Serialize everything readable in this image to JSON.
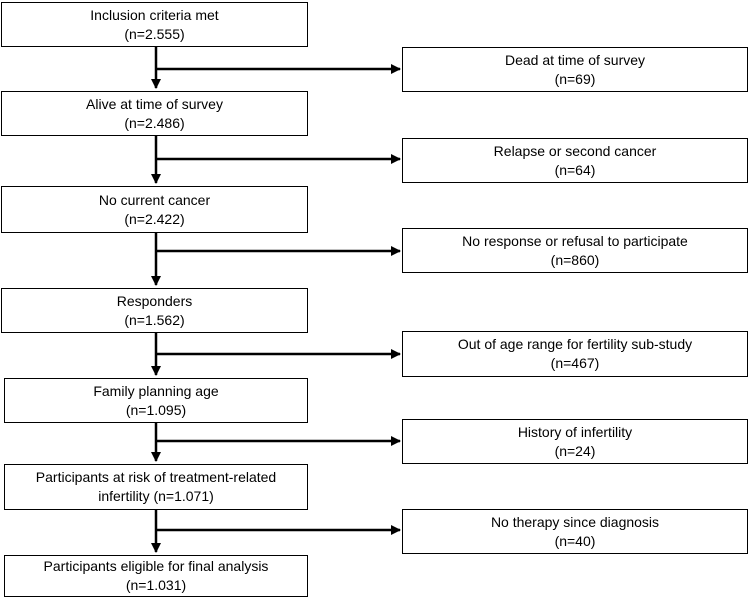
{
  "main_flow": [
    {
      "line1": "Inclusion criteria met",
      "line2": "(n=2.555)"
    },
    {
      "line1": "Alive at time of survey",
      "line2": "(n=2.486)"
    },
    {
      "line1": "No current cancer",
      "line2": "(n=2.422)"
    },
    {
      "line1": "Responders",
      "line2": "(n=1.562)"
    },
    {
      "line1": "Family planning age",
      "line2": "(n=1.095)"
    },
    {
      "line1": "Participants at risk of treatment-related",
      "line2": "infertility (n=1.071)"
    },
    {
      "line1": "Participants eligible for final analysis",
      "line2": "(n=1.031)"
    }
  ],
  "exclusions": [
    {
      "line1": "Dead at time of survey",
      "line2": "(n=69)"
    },
    {
      "line1": "Relapse or second cancer",
      "line2": "(n=64)"
    },
    {
      "line1": "No response or refusal to participate",
      "line2": "(n=860)"
    },
    {
      "line1": "Out of age range for fertility sub-study",
      "line2": "(n=467)"
    },
    {
      "line1": "History of infertility",
      "line2": "(n=24)"
    },
    {
      "line1": "No therapy since diagnosis",
      "line2": "(n=40)"
    }
  ]
}
